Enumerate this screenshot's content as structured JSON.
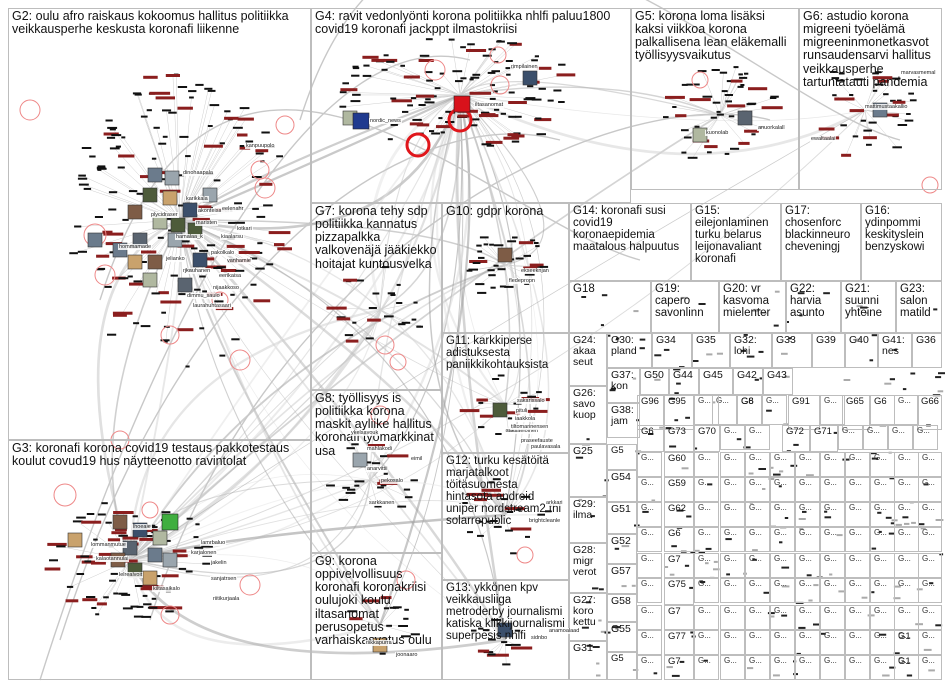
{
  "groups": [
    {
      "id": "G2",
      "label": "G2: oulu afro raiskaus kokoomus hallitus politiikka veikkausperhe keskusta koronafi liikenne"
    },
    {
      "id": "G3",
      "label": "G3: koronafi korona covid19 testaus pakkotestaus koulut covud19 hus näytteenotto ravintolat"
    },
    {
      "id": "G4",
      "label": "G4: ravit vedonlyönti korona politiikka nhlfi paluu1800 covid19 koronafi jackppt ilmastokriisi"
    },
    {
      "id": "G5",
      "label": "G5: korona loma lisäksi kaksi viikkoa korona palkallisena lean eläkemalli työllisyysvaikutus"
    },
    {
      "id": "G6",
      "label": "G6: astudio korona migreeni työelämä migreeninmonetkasvot runsaudensarvi hallitus veikkausperhe tartuntatauti pandemia"
    },
    {
      "id": "G7",
      "label": "G7: korona tehy sdp politiikka kannatus pizzapalkka valkovenäjä jääkiekko hoitajat kuntousvelka"
    },
    {
      "id": "G8",
      "label": "G8: työllisyys is politiikka korona maskit ayliike hallitus koronafi työmarkkinat usa"
    },
    {
      "id": "G9",
      "label": "G9: korona oppivelvollisuus koronafi koronakriisi oulujoki koulu iltasanomat perusopetus varhaiskasvatus oulu"
    },
    {
      "id": "G10",
      "label": "G10: gdpr korona"
    },
    {
      "id": "G11",
      "label": "G11: karkkiperse adistuksesta paniikkikohtauksista"
    },
    {
      "id": "G12",
      "label": "G12: turku kesätöitä marjatalkoot töitäsuomesta hintasota android uniper nordstream2 thl solarrepublic"
    },
    {
      "id": "G13",
      "label": "G13: ykkönen kpv veikkausliiga metroderby journalismi katiska klikkijournalismi superpesis nhlfi"
    },
    {
      "id": "G14",
      "label": "G14: koronafi susi covid19 koronaepidemia maatalous halpuutus"
    },
    {
      "id": "G15",
      "label": "G15: eilejonlaminen turku belarus leijonavaliant koronafi"
    },
    {
      "id": "G16",
      "label": "G16: ydinpommi keskityslein benzyskowi"
    },
    {
      "id": "G17",
      "label": "G17: chosenforc blackinneuro cheveningj"
    },
    {
      "id": "G18",
      "label": "G18"
    },
    {
      "id": "G19",
      "label": "G19: capero savonlinn"
    },
    {
      "id": "G20",
      "label": "G20: vr kasvoma mielenter"
    },
    {
      "id": "G21",
      "label": "G21: suunni yhteine"
    },
    {
      "id": "G22",
      "label": "G22: harvia asunto"
    },
    {
      "id": "G23",
      "label": "G23: salon matild"
    },
    {
      "id": "G24",
      "label": "G24: akaa seut"
    },
    {
      "id": "G25",
      "label": "G25"
    },
    {
      "id": "G26",
      "label": "G26: savo kuop"
    },
    {
      "id": "G27",
      "label": "G27: koro kettu"
    },
    {
      "id": "G28",
      "label": "G28: migr verot"
    },
    {
      "id": "G29",
      "label": "G29: ilma"
    },
    {
      "id": "G30",
      "label": "G30: pland"
    },
    {
      "id": "G31",
      "label": "G31"
    },
    {
      "id": "G32",
      "label": "G32: lohi"
    },
    {
      "id": "G33",
      "label": "G33"
    },
    {
      "id": "G34",
      "label": "G34"
    },
    {
      "id": "G35",
      "label": "G35"
    },
    {
      "id": "G36",
      "label": "G36"
    },
    {
      "id": "G37",
      "label": "G37: kon"
    },
    {
      "id": "G38",
      "label": "G38: jam"
    },
    {
      "id": "G39",
      "label": "G39"
    },
    {
      "id": "G40",
      "label": "G40"
    },
    {
      "id": "G41",
      "label": "G41: nes"
    },
    {
      "id": "G42",
      "label": "G42"
    },
    {
      "id": "G43",
      "label": "G43"
    },
    {
      "id": "G44",
      "label": "G44"
    },
    {
      "id": "G45",
      "label": "G45"
    },
    {
      "id": "G50",
      "label": "G50"
    },
    {
      "id": "G51",
      "label": "G51"
    },
    {
      "id": "G52",
      "label": "G52"
    },
    {
      "id": "G54",
      "label": "G54"
    },
    {
      "id": "G55",
      "label": "G55"
    },
    {
      "id": "G57",
      "label": "G57"
    },
    {
      "id": "G58",
      "label": "G58"
    },
    {
      "id": "G59",
      "label": "G59"
    },
    {
      "id": "G60",
      "label": "G60"
    },
    {
      "id": "G62",
      "label": "G62"
    },
    {
      "id": "G65",
      "label": "G65"
    },
    {
      "id": "G66",
      "label": "G66"
    },
    {
      "id": "G70",
      "label": "G70"
    },
    {
      "id": "G71",
      "label": "G71"
    },
    {
      "id": "G72",
      "label": "G72"
    },
    {
      "id": "G73",
      "label": "G73"
    },
    {
      "id": "G75",
      "label": "G75"
    },
    {
      "id": "G77",
      "label": "G77"
    },
    {
      "id": "G91",
      "label": "G91"
    },
    {
      "id": "G95",
      "label": "G95"
    },
    {
      "id": "G96",
      "label": "G96"
    },
    {
      "id": "G5x",
      "label": "G5"
    },
    {
      "id": "G6x",
      "label": "G6"
    },
    {
      "id": "G7x",
      "label": "G7"
    },
    {
      "id": "G8x",
      "label": "G8"
    },
    {
      "id": "G1x",
      "label": "G1"
    }
  ],
  "vertex_labels": [
    "rimpilainen",
    "iltasanomat",
    "nordic_news",
    "kuonolab",
    "anuorkalall",
    "mattimustaakallio",
    "kanpuupolo",
    "dinohaapala",
    "karikkala",
    "akonteisandra",
    "maristen",
    "hommamade",
    "eelenahr",
    "plycidraser",
    "hamalaa_k",
    "kiaalarsu",
    "vanhamie",
    "eerikaisa",
    "jelianko",
    "pakolkalo",
    "rjkauhanen",
    "nijaakkoso",
    "dimmu_saulo",
    "laurahuhtasaari",
    "lhoeaie",
    "lamrbaluo",
    "karjalonen",
    "jakelin",
    "lommanmutue",
    "kalaotannulai",
    "sanjatrsen",
    "kiltasaikalo",
    "riitikurjaala",
    "lelrealvoit",
    "ykelsavouk",
    "mahlakodi",
    "anarvittii",
    "eimil",
    "pekosalo",
    "sarkkanen",
    "pituli",
    "iaakkola",
    "saksaeloinen",
    "sakarissalo",
    "ekseeknjan",
    "fledepropn",
    "tiltomarinensen",
    "praseefauste",
    "paulavasala",
    "arkkari",
    "brightcleanle",
    "sidnbo",
    "riikkapurra",
    "joonaaro",
    "ewaltaalai",
    "marvasmemal",
    "anamoalaad",
    "lotkari"
  ]
}
